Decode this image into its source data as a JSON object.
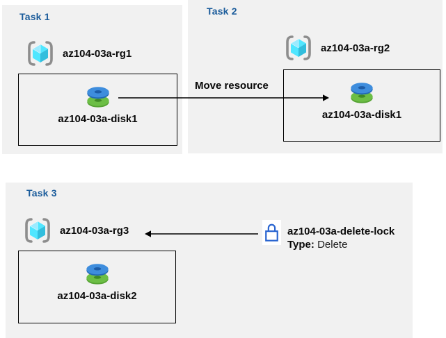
{
  "colors": {
    "panel_bg": "#f1f1f1",
    "title_blue": "#1b5c9b",
    "arrow_black": "#000000",
    "lock_blue": "#2a65d0",
    "disk_blue": "#3e8ddd",
    "disk_blue_dark": "#1c5ca8",
    "disk_green": "#6cbe45",
    "disk_green_dark": "#55a233",
    "cube_light": "#9cebff",
    "cube_mid": "#50e6ff",
    "cube_dark": "#32bedd",
    "bracket_gray": "#8d8d8d"
  },
  "task1": {
    "title": "Task 1",
    "resource_group": "az104-03a-rg1",
    "disk": "az104-03a-disk1"
  },
  "task2": {
    "title": "Task 2",
    "resource_group": "az104-03a-rg2",
    "disk": "az104-03a-disk1"
  },
  "task3": {
    "title": "Task 3",
    "resource_group": "az104-03a-rg3",
    "disk": "az104-03a-disk2"
  },
  "arrows": {
    "move_label": "Move resource"
  },
  "lock": {
    "name": "az104-03a-delete-lock",
    "type_label": "Type:",
    "type_value": "Delete"
  },
  "icons": {
    "resource_group": "resource-group-icon",
    "disk": "disk-icon",
    "lock": "delete-lock-icon"
  }
}
